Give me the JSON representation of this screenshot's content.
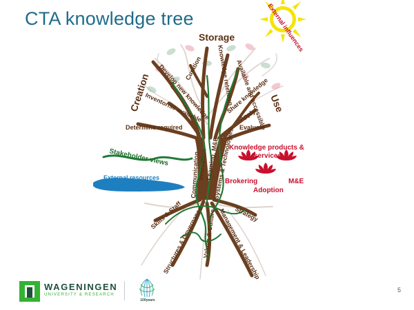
{
  "slide": {
    "title": "CTA knowledge tree",
    "page_number": "5"
  },
  "tree": {
    "sections": {
      "storage": "Storage",
      "creation": "Creation",
      "use": "Use"
    },
    "branches": {
      "curation": "Curation",
      "knowledge_retention": "Knowledge retention",
      "available_accessible": "Available and accessible",
      "develop_new_knowledge": "Develop new knowledge",
      "inventorise_available": "Inventorise available",
      "determine_required": "Determine required",
      "share_knowledge": "Share knowledge",
      "apply": "Apply",
      "evaluate": "Evaluate"
    },
    "trunk": {
      "communication": "Communication",
      "innovation": "Innovation",
      "learning_me": "Learning, M&E",
      "systems_technologies": "Systems & Technologies"
    },
    "roots": {
      "skills_staff": "Skills & Staff",
      "structures_governance": "Structures & Governance",
      "values_culture": "Values & Culture",
      "management_leadership": "Management & Leadership",
      "strategy": "Strategy"
    },
    "left_side": {
      "stakeholder_views": "Stakeholder views",
      "external_resources": "External resources"
    },
    "right_side": {
      "knowledge_products": "Knowledge products &",
      "services": "services",
      "brokering": "Brokering",
      "me": "M&E",
      "adoption": "Adoption"
    },
    "external_influences": "External influences"
  },
  "footer": {
    "logo_name": "WAGENINGEN",
    "logo_sub": "UNIVERSITY & RESEARCH",
    "anniversary": "100years"
  },
  "colors": {
    "title": "#1f6b8a",
    "trunk_brown": "#6b3f1f",
    "label_brown": "#5a3014",
    "green_line": "#1f7a34",
    "flower_red": "#c8102e",
    "water_blue": "#1e7fc0",
    "sun_yellow": "#f5e400",
    "logo_green": "#34b233"
  }
}
